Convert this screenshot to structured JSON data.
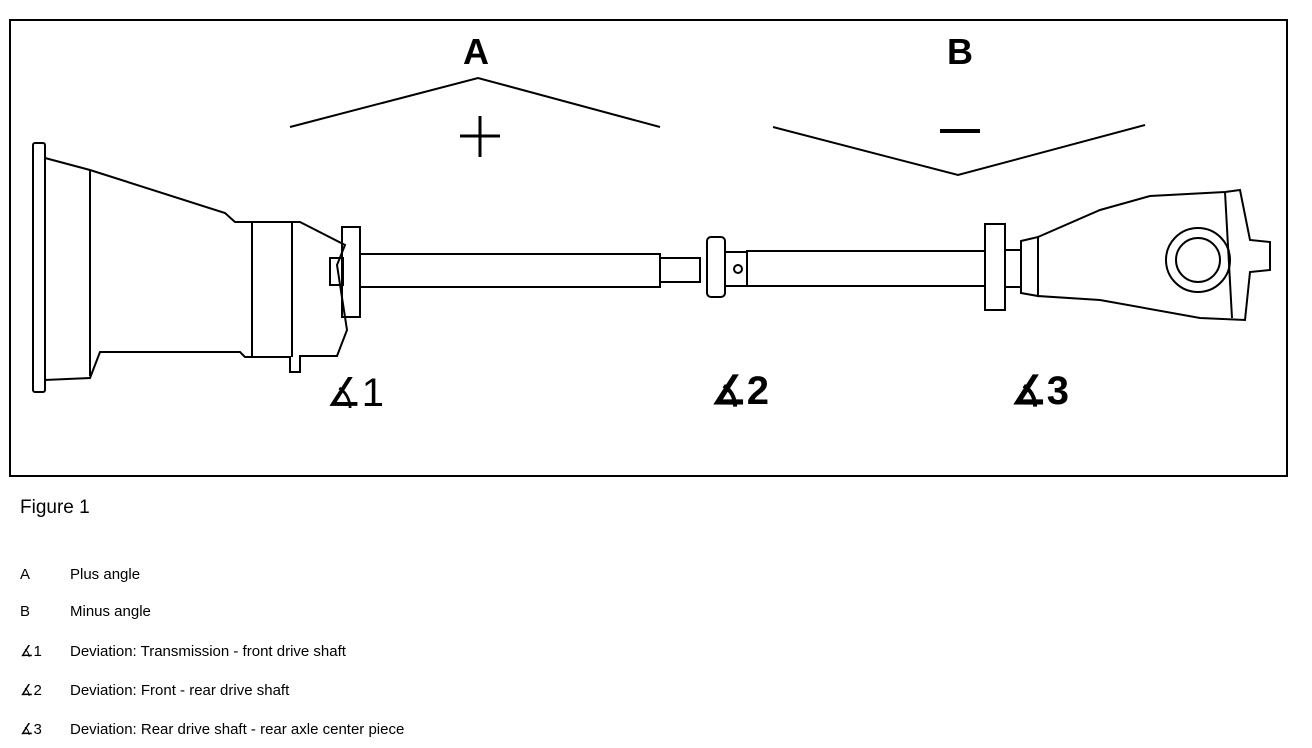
{
  "figure": {
    "labels": {
      "a": "A",
      "b": "B",
      "plus": "+",
      "minus": "−"
    },
    "angles": [
      "∡1",
      "∡2",
      "∡3"
    ]
  },
  "caption": "Figure 1",
  "legend": [
    {
      "key": "A",
      "text": "Plus angle"
    },
    {
      "key": "B",
      "text": "Minus angle"
    },
    {
      "key": "∡1",
      "text": "Deviation: Transmission - front drive shaft"
    },
    {
      "key": "∡2",
      "text": "Deviation: Front - rear drive shaft"
    },
    {
      "key": "∡3",
      "text": "Deviation: Rear drive shaft - rear axle center piece"
    }
  ]
}
